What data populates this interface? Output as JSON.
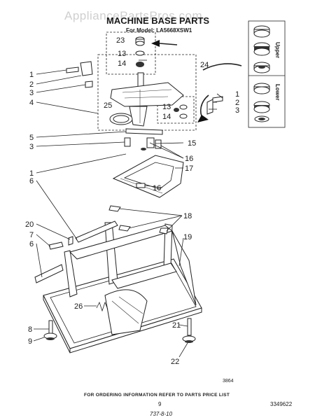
{
  "watermark": "AppliancePartsPros.com",
  "header": {
    "title": "MACHINE BASE PARTS",
    "model": "For Model: LA5668XSW1"
  },
  "side_panel": {
    "upper_label": "Upper",
    "lower_label": "Lower"
  },
  "callouts": {
    "c1a": "1",
    "c2a": "2",
    "c3a": "3",
    "c4": "4",
    "c25": "25",
    "c23": "23",
    "c13a": "13",
    "c14a": "14",
    "c24": "24",
    "c13b": "13",
    "c14b": "14",
    "c1b": "1",
    "c2b": "2",
    "c3b": "3",
    "c5": "5",
    "c3c": "3",
    "c15": "15",
    "c16a": "16",
    "c17": "17",
    "c1c": "1",
    "c6a": "6",
    "c16b": "16",
    "c18": "18",
    "c20": "20",
    "c7": "7",
    "c6b": "6",
    "c19": "19",
    "c26": "26",
    "c8": "8",
    "c9": "9",
    "c21": "21",
    "c22": "22"
  },
  "drawing_number": "3864",
  "footer": {
    "ordering_note": "FOR ORDERING INFORMATION REFER TO PARTS PRICE LIST",
    "page_number": "9",
    "part_number": "3349622",
    "handwritten_code": "737-8-10"
  }
}
